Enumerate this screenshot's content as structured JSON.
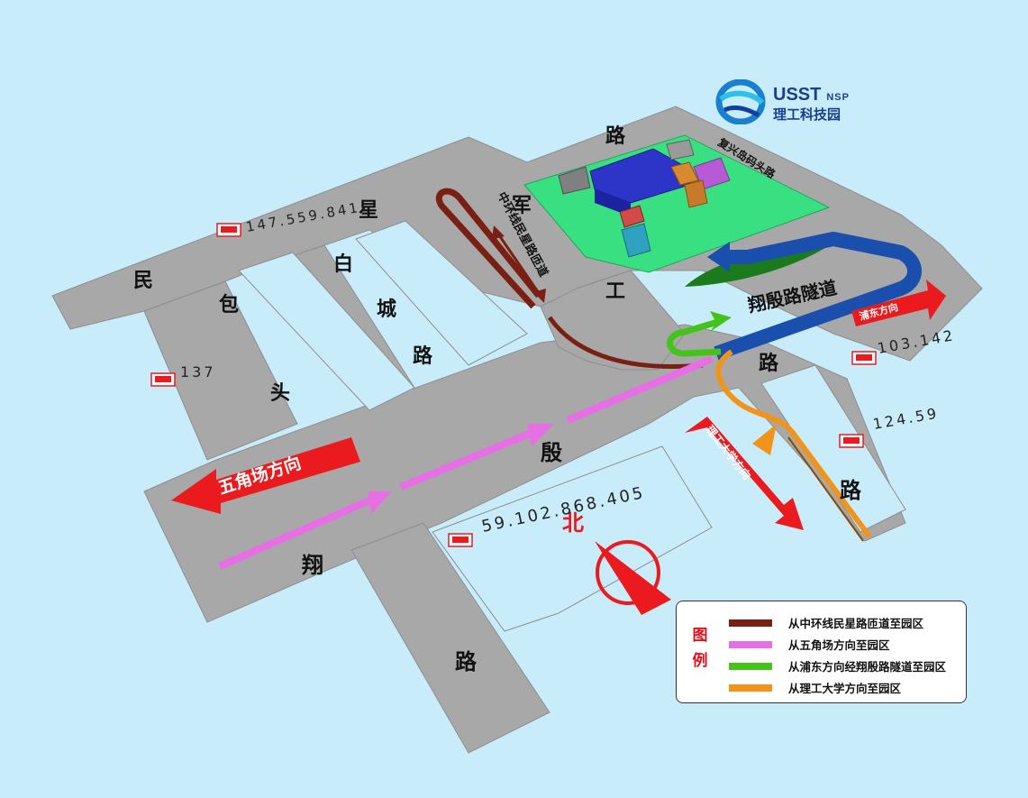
{
  "brand": {
    "name_en": "USST",
    "name_sub": "NSP",
    "name_cn": "理工科技园"
  },
  "roads": {
    "minxing_1": "民",
    "minxing_2": "星",
    "minxing_3": "路",
    "baotou_1": "包",
    "baotou_2": "头",
    "baicheng_1": "白",
    "baicheng_2": "城",
    "baicheng_3": "路",
    "jungong_1": "军",
    "jungong_2": "工",
    "jungong_3": "路",
    "xiangyin_1": "翔",
    "xiangyin_2": "殷",
    "xiangyin_3": "路",
    "east_lu_1": "路",
    "east_lu_2": "路",
    "xiangyin_tunnel": "翔殷路隧道",
    "mt_road": "复兴岛码头路",
    "ring_ramp": "中环线民星路匝道"
  },
  "directions": {
    "wujiaochang": "五角场方向",
    "pudong": "浦东方向",
    "ligong": "理工大学方向"
  },
  "compass": {
    "north": "北"
  },
  "bus_stops": [
    {
      "label": "147.559.841"
    },
    {
      "label": "137"
    },
    {
      "label": "103.142"
    },
    {
      "label": "124.59"
    },
    {
      "label": "59.102.868.405"
    }
  ],
  "legend": {
    "title": "图例",
    "items": [
      {
        "label": "从中环线民星路匝道至园区",
        "color": "#7a1f14"
      },
      {
        "label": "从五角场方向至园区",
        "color": "#e86ee6"
      },
      {
        "label": "从浦东方向经翔殷路隧道至园区",
        "color": "#44c41a"
      },
      {
        "label": "从理工大学方向至园区",
        "color": "#f2941a"
      }
    ]
  },
  "colors": {
    "water": "#c9ecfb",
    "road": "#a8a8a8",
    "park": "#38e082",
    "arrow_red": "#ea1a1e",
    "route_brown": "#7a1f14",
    "route_pink": "#e86ee6",
    "route_green": "#44c41a",
    "route_orange": "#f2941a",
    "tunnel_blue": "#1b4fae"
  }
}
